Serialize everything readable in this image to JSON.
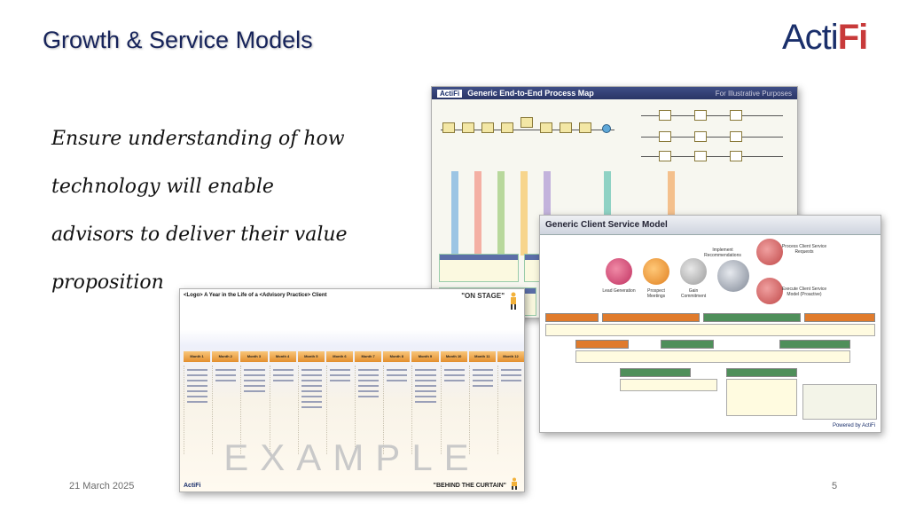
{
  "slide": {
    "title": "Growth & Service Models",
    "logo_main": "Acti",
    "logo_accent": "Fi",
    "statement_lines": [
      "Ensure understanding of how",
      "technology will enable",
      "advisors to deliver their value",
      "proposition"
    ]
  },
  "process_map": {
    "logo": "ActiFi",
    "title": "Generic End-to-End Process Map",
    "tag": "For Illustrative Purposes"
  },
  "client_model": {
    "title": "Generic Client Service Model",
    "circles": [
      {
        "label": "Lead Generation",
        "color": "#e2557a"
      },
      {
        "label": "Prospect Meetings",
        "color": "#f0a24a"
      },
      {
        "label": "Gain Commitment",
        "color": "#b9b9b9"
      },
      {
        "label": "Implement Recommendations",
        "color": "#9aa0a8"
      },
      {
        "label": "Process Client Service Requests",
        "color": "#d05a5a"
      },
      {
        "label": "Execute Client Service Model (Proactive)",
        "color": "#d05a5a"
      }
    ],
    "footer": "Powered by ActiFi"
  },
  "year_in_life": {
    "header": "<Logo> A Year in the Life of a <Advisory Practice> Client",
    "stage_top": "\"ON STAGE\"",
    "months": [
      "Month 1",
      "Month 2",
      "Month 3",
      "Month 4",
      "Month 5",
      "Month 6",
      "Month 7",
      "Month 8",
      "Month 9",
      "Month 10",
      "Month 11",
      "Month 12"
    ],
    "watermark": "EXAMPLE",
    "footer_logo": "ActiFi",
    "stage_bottom": "\"BEHIND THE CURTAIN\""
  },
  "footer": {
    "date": "21 March 2025",
    "page": "5"
  },
  "colors": {
    "title": "#16235a",
    "logo_accent": "#c83a3a",
    "month_header": "#e38f2e"
  }
}
